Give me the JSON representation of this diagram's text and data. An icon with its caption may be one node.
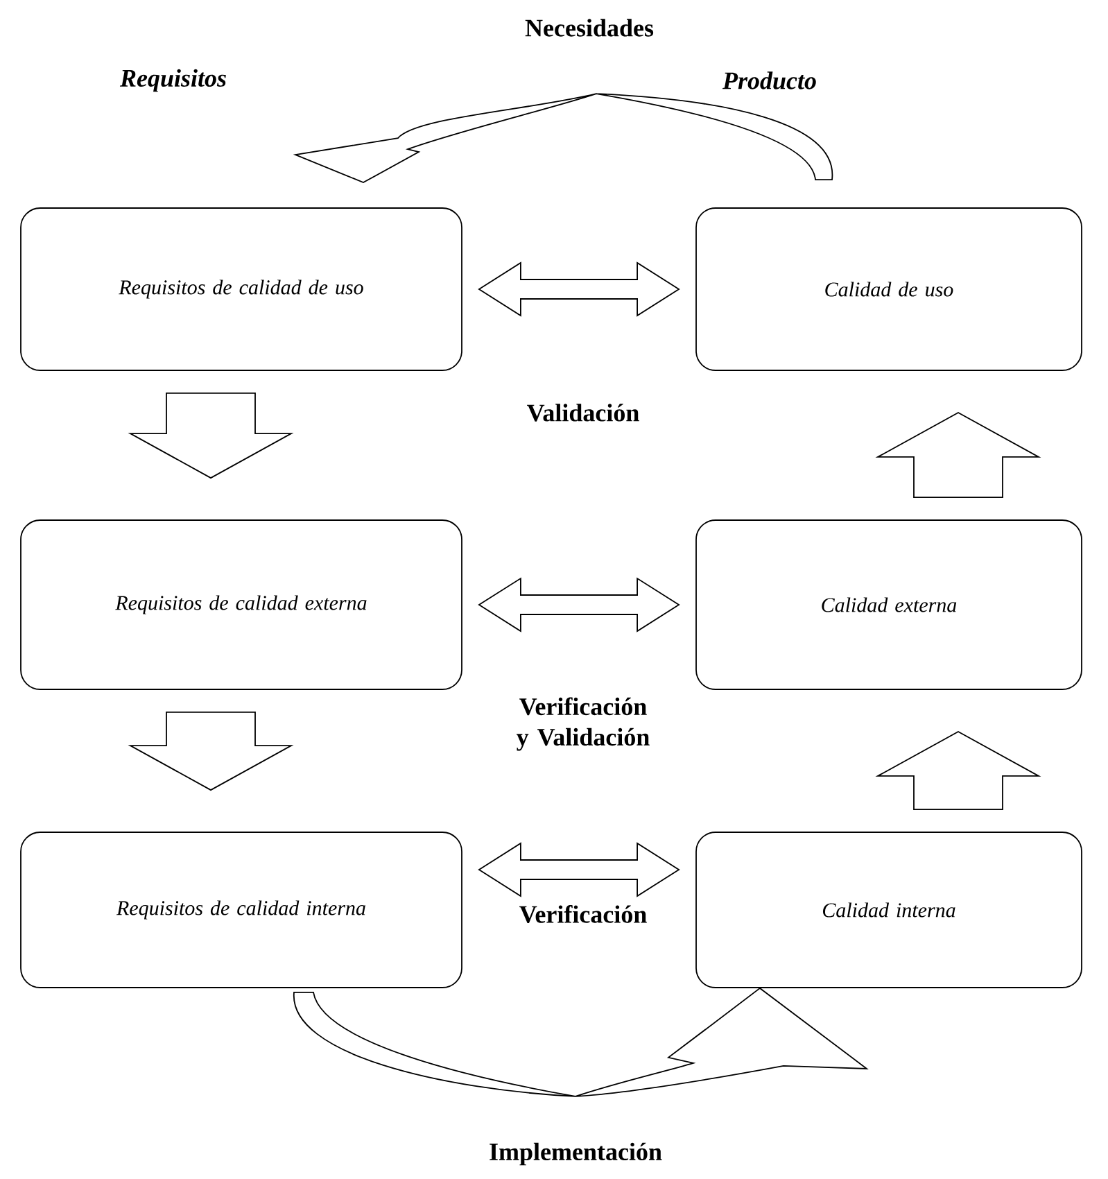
{
  "diagram": {
    "nodes": [
      {
        "text": [
          "Requisitos de calidad de uso"
        ]
      },
      {
        "text": [
          "Calidad de uso"
        ]
      },
      {
        "text": [
          "Requisitos de calidad externa"
        ]
      },
      {
        "text": [
          "Calidad externa"
        ]
      },
      {
        "text": [
          "Requisitos de calidad interna"
        ]
      },
      {
        "text": [
          "Calidad interna"
        ]
      }
    ],
    "edges": [
      {
        "from": 1,
        "to": 0,
        "arrow": "to"
      },
      {
        "from": 0,
        "to": 1,
        "arrow": "both",
        "label": "Validación"
      },
      {
        "from": 0,
        "to": 2,
        "arrow": "to"
      },
      {
        "from": 3,
        "to": 1,
        "arrow": "to"
      },
      {
        "from": 2,
        "to": 3,
        "arrow": "both",
        "label": "Verificación y Validación"
      },
      {
        "from": 2,
        "to": 4,
        "arrow": "to"
      },
      {
        "from": 5,
        "to": 3,
        "arrow": "to"
      },
      {
        "from": 4,
        "to": 5,
        "arrow": "both",
        "label": "Verificación"
      },
      {
        "from": 4,
        "to": 5,
        "arrow": "to"
      }
    ],
    "labels": [
      "Necesidades",
      "Requisitos",
      "Producto",
      "Implementación"
    ]
  }
}
